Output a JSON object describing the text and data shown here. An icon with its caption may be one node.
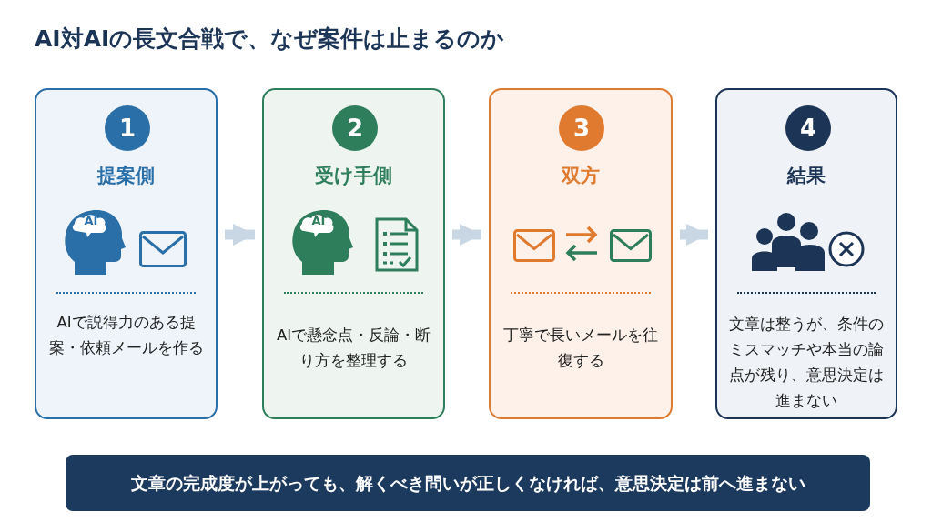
{
  "diagram": {
    "title": "AI対AIの長文合戦で、なぜ案件は止まるのか",
    "nodes": [
      {
        "text": [
          "提案側",
          "AIで説得力のある提案・依頼メールを作る"
        ]
      },
      {
        "text": [
          "1"
        ],
        "in": 0
      },
      {
        "text": [
          "受け手側",
          "AIで懸念点・反論・断り方を整理する"
        ]
      },
      {
        "text": [
          "2"
        ],
        "in": 2
      },
      {
        "text": [
          "双方",
          "丁寧で長いメールを往復する"
        ]
      },
      {
        "text": [
          "3"
        ],
        "in": 4
      },
      {
        "text": [
          "結果",
          "文章は整うが、条件のミスマッチや本当の論点が残り、意思決定は進まない"
        ]
      },
      {
        "text": [
          "4"
        ],
        "in": 6
      },
      {
        "text": [
          "文章の完成度が上がっても、解くべき問いが正しくなければ、意思決定は前へ進まない"
        ]
      }
    ],
    "edges": [
      {
        "from": 0,
        "to": 2,
        "arrow": "to"
      },
      {
        "from": 2,
        "to": 4,
        "arrow": "to"
      },
      {
        "from": 4,
        "to": 6,
        "arrow": "to"
      }
    ],
    "labels": [
      "AI",
      "AI"
    ]
  }
}
